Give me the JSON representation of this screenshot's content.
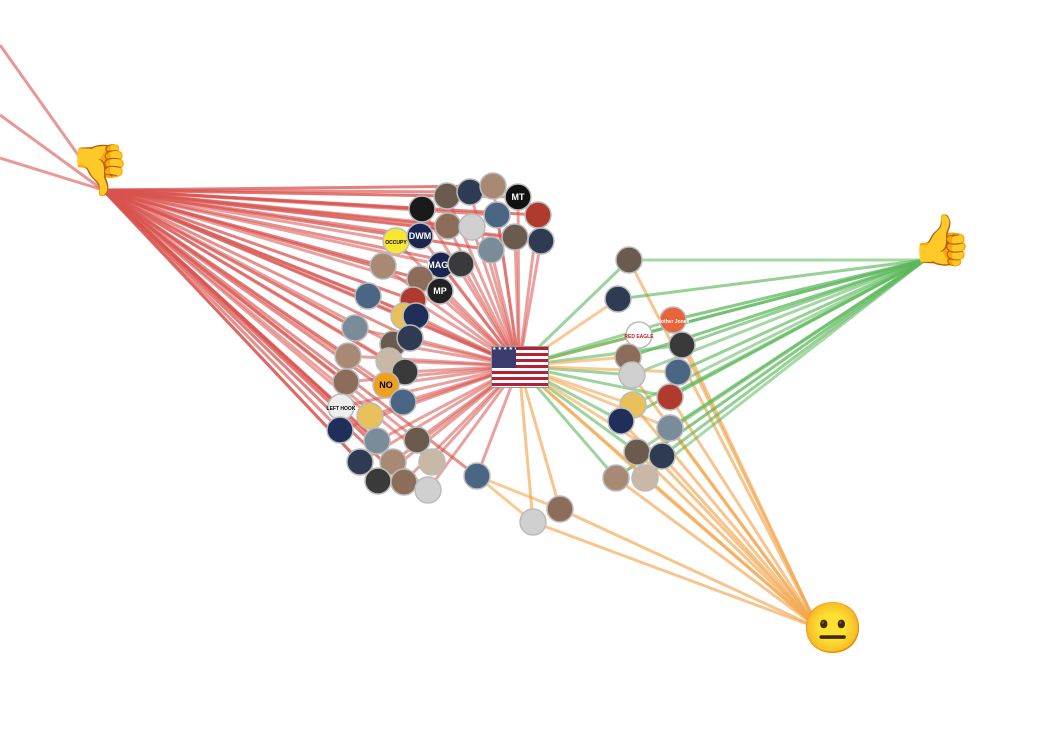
{
  "hubs": {
    "negative": {
      "emoji": "👎",
      "color": "#d9534f"
    },
    "positive": {
      "emoji": "👍",
      "color": "#5cb85c"
    },
    "neutral": {
      "emoji": "😐",
      "color": "#f0ad4e"
    },
    "center": {
      "icon": "us-flag"
    }
  },
  "edge_colors": {
    "negative": "#d9534f",
    "positive": "#5cb85c",
    "neutral": "#f3a64f"
  },
  "logo_texts": [
    "MT",
    "DWM",
    "OCCUPY DEMOCRATS",
    "MAGA",
    "MP",
    "NO KINGS",
    "LEFT HOOK",
    "Mother Jones",
    "RED EAGLE"
  ],
  "nodes": {
    "negative_count": 44,
    "positive_count": 16,
    "neutral_count": 2
  }
}
